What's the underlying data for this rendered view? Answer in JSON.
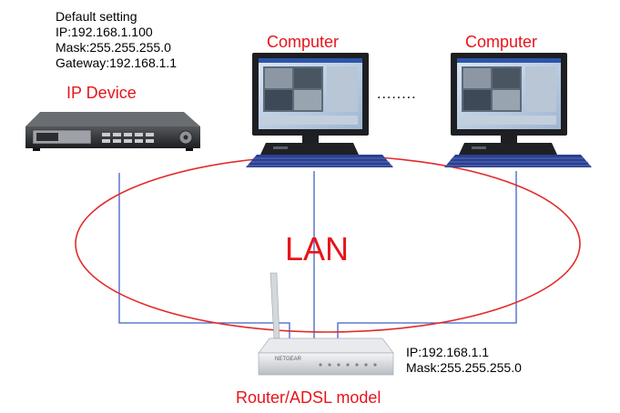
{
  "device": {
    "caption_lines": [
      "Default setting",
      "IP:192.168.1.100",
      "Mask:255.255.255.0",
      "Gateway:192.168.1.1"
    ],
    "label": "IP Device"
  },
  "computers": [
    {
      "label": "Computer"
    },
    {
      "label": "Computer"
    }
  ],
  "ellipsis": "........",
  "network_label": "LAN",
  "router": {
    "caption_lines": [
      "IP:192.168.1.1",
      "Mask:255.255.255.0"
    ],
    "label": "Router/ADSL model",
    "brand": "NETGEAR"
  },
  "colors": {
    "label_red": "#e8141b",
    "lan_ring": "#e32a2a",
    "cable_blue": "#3f62c6",
    "text_black": "#000000"
  },
  "icons": [
    "dvr-device-icon",
    "desktop-computer-icon",
    "keyboard-icon",
    "router-icon",
    "antenna-icon"
  ]
}
